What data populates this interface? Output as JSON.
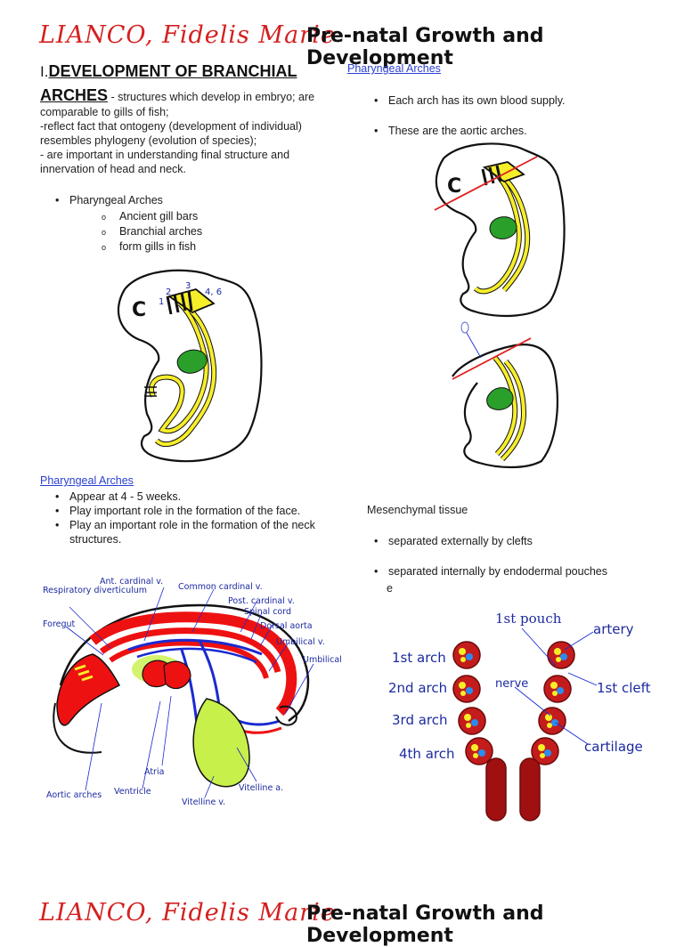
{
  "header": {
    "author": "LIANCO, Fidelis Marie",
    "title": "Pre-natal Growth and Development"
  },
  "section1": {
    "prefix": "I.",
    "heading_line1": "DEVELOPMENT OF BRANCHIAL",
    "heading_line2": "ARCHES",
    "desc1": " - structures which develop in embryo; are",
    "desc2": "comparable to gills of fish;",
    "desc3": " -reflect fact that ontogeny (development of individual)",
    "desc4": "resembles  phylogeny (evolution of species);",
    "desc5": "- are important in understanding final structure and",
    "desc6": "innervation of head and neck.",
    "bullet": "Pharyngeal Arches",
    "sub_items": [
      "Ancient gill bars",
      "Branchial arches",
      "form gills in fish"
    ]
  },
  "figure1": {
    "labels": [
      "1",
      "2",
      "3",
      "4, 6"
    ],
    "letter": "C"
  },
  "right_top": {
    "link": "Pharyngeal Arches",
    "bullets": [
      "Each arch has its own blood supply.",
      "These are the aortic arches."
    ],
    "letter": "C"
  },
  "section2": {
    "link": "Pharyngeal Arches",
    "bullets": [
      "Appear at 4 - 5 weeks.",
      "Play important role in the formation of the face.",
      "Play an important role in the formation of the neck structures."
    ]
  },
  "mesenchyme": {
    "title": "Mesenchymal tissue",
    "bullets": [
      "separated externally by clefts",
      "separated internally by endodermal pouches"
    ],
    "trailing": "e"
  },
  "vessel_figure": {
    "labels": {
      "respiratory": "Respiratory diverticulum",
      "ant_cardinal": "Ant. cardinal v.",
      "common_cardinal": "Common cardinal v.",
      "post_cardinal": "Post. cardinal v.",
      "spinal_cord": "Spinal cord",
      "dorsal_aorta": "Dorsal aorta",
      "umbilical_v": "Umbilical v.",
      "umbilical": "Umbilical",
      "foregut": "Foregut",
      "atria": "Atria",
      "ventricle": "Ventricle",
      "vitelline_a": "Vitelline a.",
      "vitelline_v": "Vitelline v.",
      "aortic_arches": "Aortic arches"
    }
  },
  "arch_figure": {
    "left_labels": [
      "1st arch",
      "2nd arch",
      "3rd arch",
      "4th arch"
    ],
    "right_labels": {
      "pouch": "1st pouch",
      "artery": "artery",
      "nerve": "nerve",
      "cleft": "1st cleft",
      "cartilage": "cartilage"
    }
  },
  "footer": {
    "author": "LIANCO, Fidelis Marie",
    "title": "Pre-natal Growth and Development"
  },
  "colors": {
    "red": "#d42020",
    "yellow": "#f7ee2a",
    "green": "#2aa02a",
    "blue_vessel": "#1a2ad0",
    "dark_red": "#a01010"
  }
}
